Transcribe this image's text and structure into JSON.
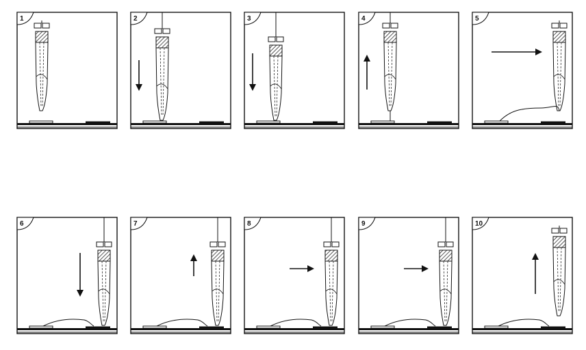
{
  "panels": [
    {
      "label": "1"
    },
    {
      "label": "2"
    },
    {
      "label": "3"
    },
    {
      "label": "4"
    },
    {
      "label": "5"
    },
    {
      "label": "6"
    },
    {
      "label": "7"
    },
    {
      "label": "8"
    },
    {
      "label": "9"
    },
    {
      "label": "10"
    }
  ]
}
